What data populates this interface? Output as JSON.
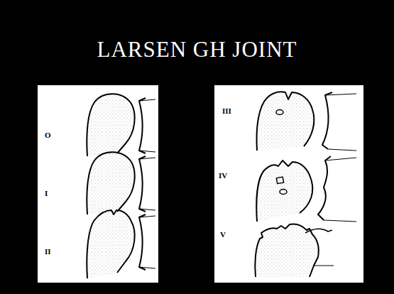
{
  "diagram": {
    "title": "LARSEN GH JOINT",
    "nodes": [
      {
        "text": [
          "O",
          "I",
          "II"
        ]
      },
      {
        "text": [
          "III",
          "IV",
          "V"
        ]
      }
    ]
  }
}
